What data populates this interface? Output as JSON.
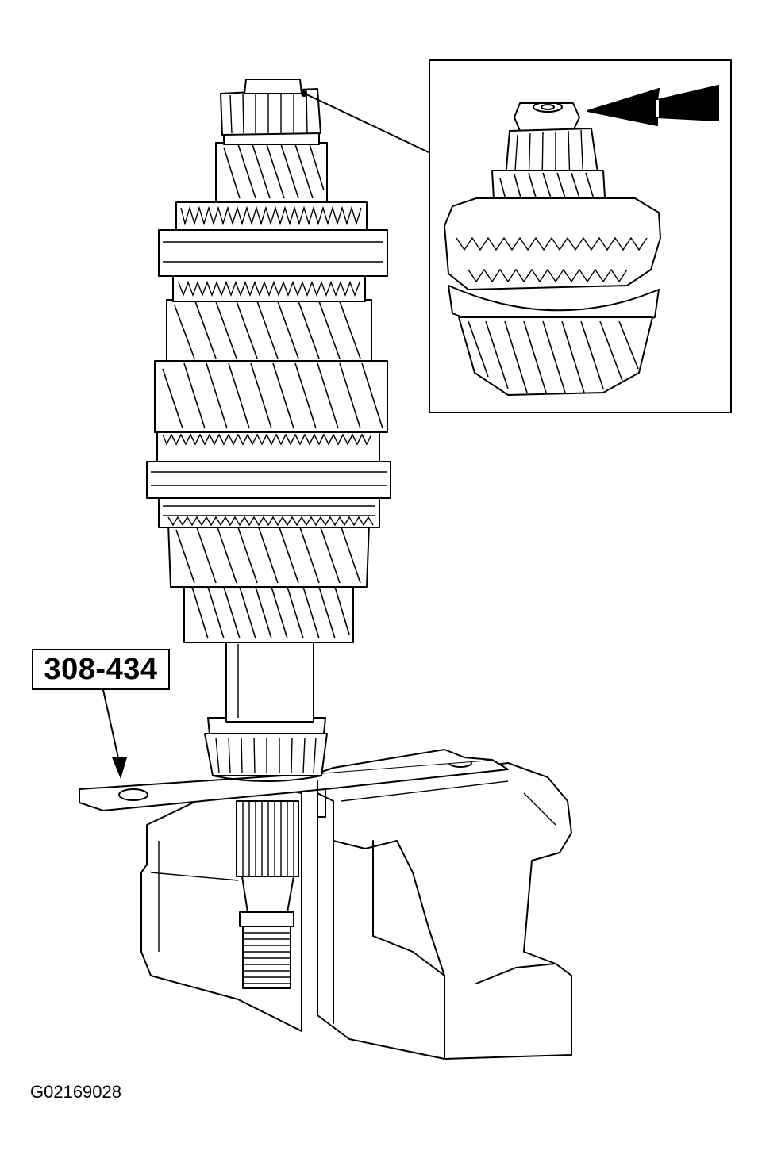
{
  "callout": {
    "tool_number": "308-434"
  },
  "figure": {
    "id": "G02169028"
  },
  "icons": {
    "pointer": "arrow-icon",
    "detail": "inset-detail"
  }
}
